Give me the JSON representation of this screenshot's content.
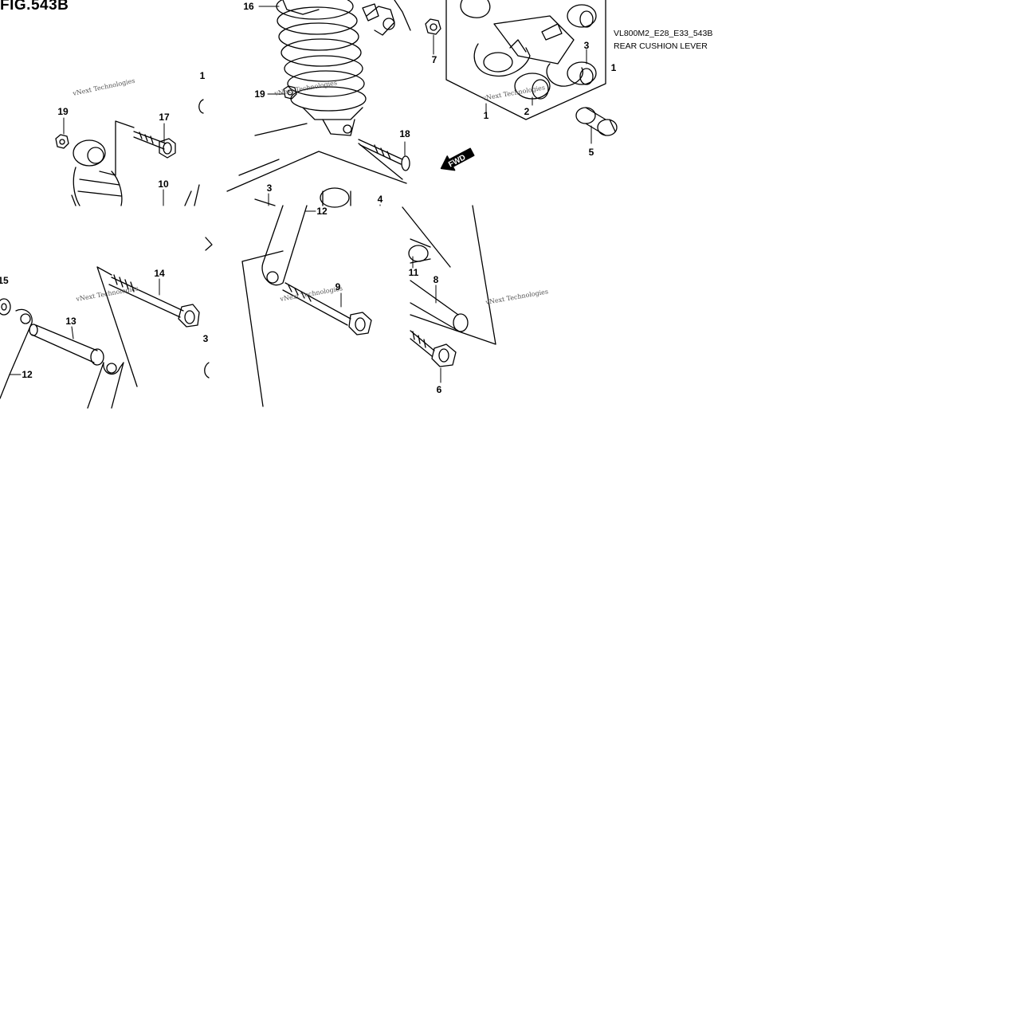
{
  "figure": {
    "title": "FIG.543B",
    "code": "VL800M2_E28_E33_543B",
    "name": "REAR CUSHION LEVER",
    "fwd_label": "FWD",
    "watermark": "vNext Technologies"
  },
  "callouts": [
    {
      "id": "c16",
      "text": "16"
    },
    {
      "id": "c19a",
      "text": "19"
    },
    {
      "id": "c18",
      "text": "18"
    },
    {
      "id": "c7",
      "text": "7"
    },
    {
      "id": "c3a",
      "text": "3"
    },
    {
      "id": "c1a",
      "text": "1"
    },
    {
      "id": "c2",
      "text": "2"
    },
    {
      "id": "c5",
      "text": "5"
    },
    {
      "id": "c1b",
      "text": "1"
    },
    {
      "id": "c1c",
      "text": "1"
    },
    {
      "id": "c19b",
      "text": "19"
    },
    {
      "id": "c17",
      "text": "17"
    },
    {
      "id": "c10",
      "text": "10"
    },
    {
      "id": "c3b",
      "text": "3"
    },
    {
      "id": "c4",
      "text": "4"
    },
    {
      "id": "c12a",
      "text": "12"
    },
    {
      "id": "c11",
      "text": "11"
    },
    {
      "id": "c8",
      "text": "8"
    },
    {
      "id": "c9",
      "text": "9"
    },
    {
      "id": "c6",
      "text": "6"
    },
    {
      "id": "c14",
      "text": "14"
    },
    {
      "id": "c13",
      "text": "13"
    },
    {
      "id": "c15",
      "text": "15"
    },
    {
      "id": "c12b",
      "text": "12"
    },
    {
      "id": "c3c",
      "text": "3"
    }
  ]
}
